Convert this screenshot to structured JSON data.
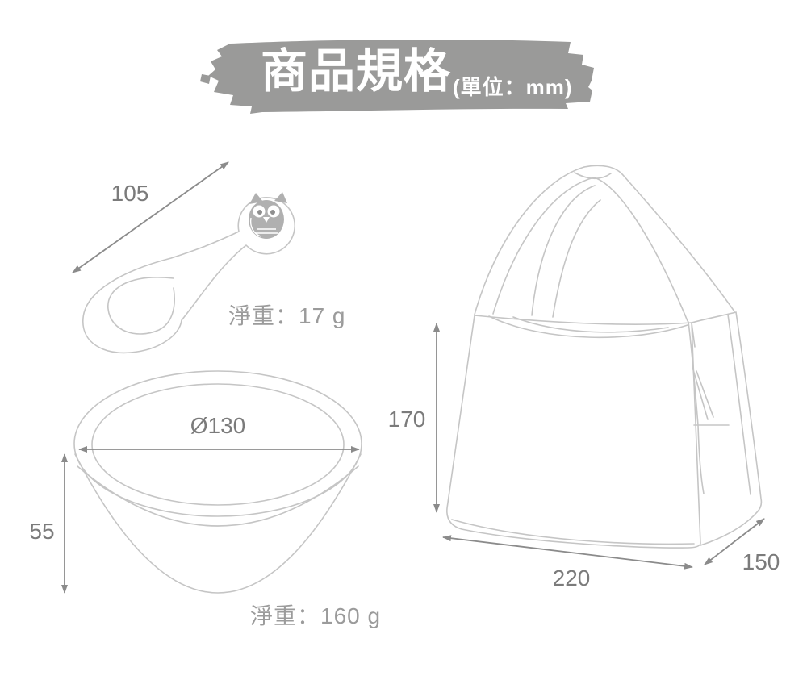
{
  "header": {
    "title": "商品規格",
    "unit": "(單位：mm)"
  },
  "spoon": {
    "length_label": "105",
    "weight_label": "淨重：17 g"
  },
  "bowl": {
    "diameter_label": "Ø130",
    "height_label": "55",
    "weight_label": "淨重：160 g"
  },
  "bag": {
    "height_label": "170",
    "width_label": "220",
    "depth_label": "150"
  },
  "colors": {
    "background": "#ffffff",
    "banner": "#9a9a99",
    "banner_text": "#ffffff",
    "outline": "#c5c5c5",
    "owl_fill": "#b0b0b0",
    "dimension_line": "#8b8b8b",
    "dimension_text": "#7b7b7b",
    "weight_text": "#9b9b9b"
  }
}
